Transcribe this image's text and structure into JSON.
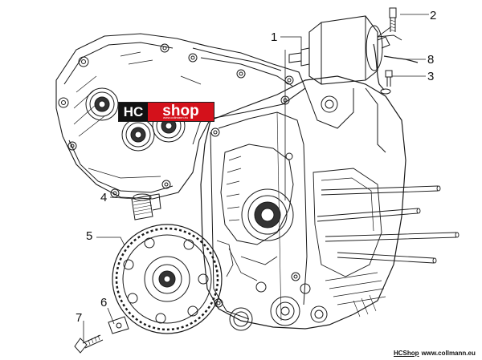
{
  "diagram": {
    "callouts": [
      {
        "id": "1",
        "label": "1"
      },
      {
        "id": "2",
        "label": "2"
      },
      {
        "id": "3",
        "label": "3"
      },
      {
        "id": "4",
        "label": "4"
      },
      {
        "id": "5",
        "label": "5"
      },
      {
        "id": "6",
        "label": "6"
      },
      {
        "id": "7",
        "label": "7"
      },
      {
        "id": "8",
        "label": "8"
      }
    ]
  },
  "watermark": {
    "hc": "HC",
    "shop": "shop",
    "url": "www.collmann.eu"
  },
  "footer": {
    "brand": "HCShop",
    "url": "www.collmann.eu"
  },
  "colors": {
    "line": "#1a1a1a",
    "logo_red": "#d4111b",
    "logo_black": "#111111"
  }
}
